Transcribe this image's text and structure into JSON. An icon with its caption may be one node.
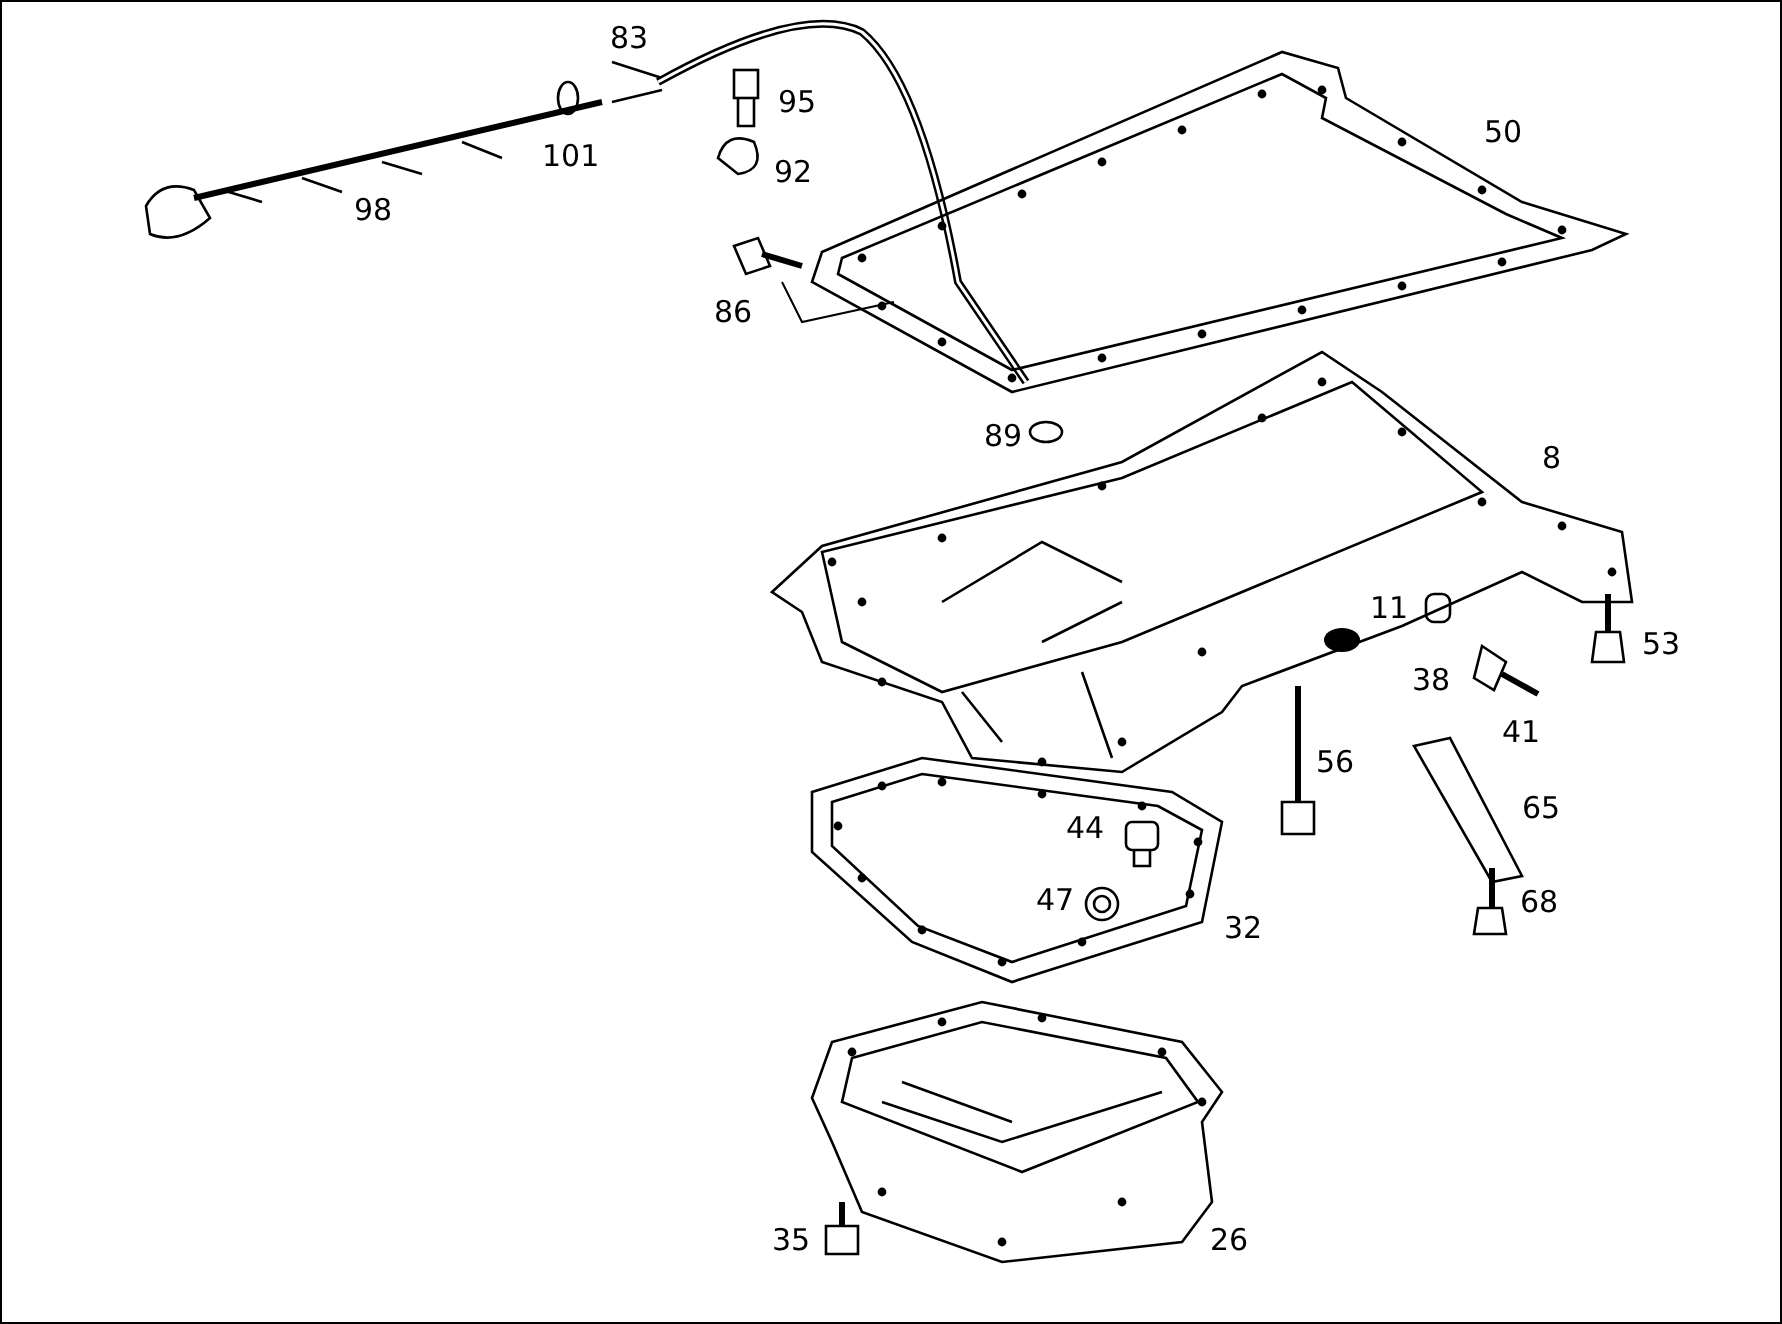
{
  "diagram": {
    "labels": [
      "83",
      "95",
      "50",
      "101",
      "92",
      "98",
      "86",
      "89",
      "8",
      "11",
      "53",
      "38",
      "41",
      "56",
      "65",
      "44",
      "47",
      "68",
      "32",
      "35",
      "26"
    ]
  }
}
